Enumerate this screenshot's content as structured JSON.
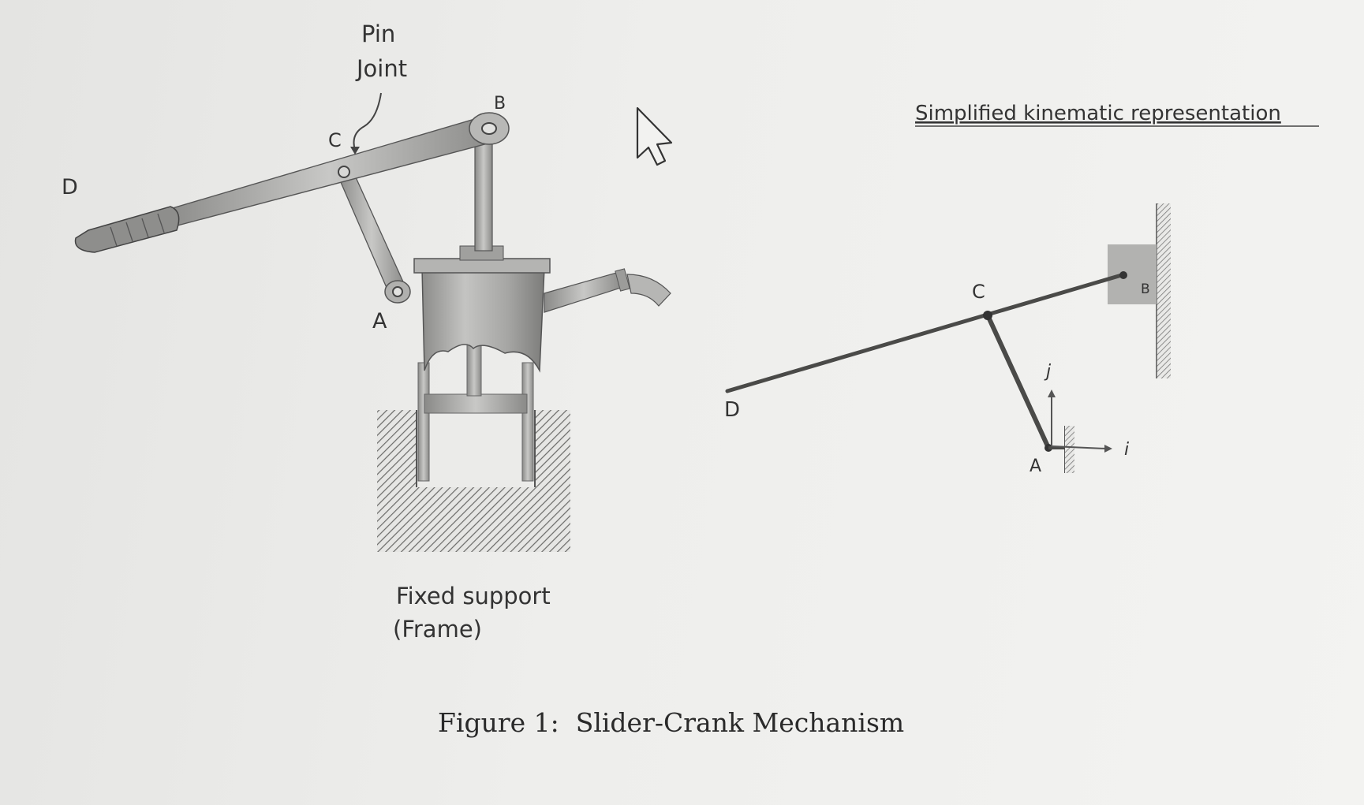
{
  "pump": {
    "pin_label_line1": "Pin",
    "pin_label_line2": "Joint",
    "label_b": "B",
    "label_c": "C",
    "label_d": "D",
    "label_a": "A",
    "support_line1": "Fixed support",
    "support_line2": "(Frame)"
  },
  "kinematic": {
    "title": "Simplified kinematic representation",
    "label_c": "C",
    "label_b": "B",
    "label_d": "D",
    "label_a": "A",
    "axis_j": "j",
    "axis_i": "i"
  },
  "caption": "Figure 1:  Slider-Crank Mechanism",
  "colors": {
    "ink": "#444444",
    "metal": "#a8a8a6",
    "metal_dark": "#7a7a78",
    "background": "#ececea"
  },
  "icons": {
    "cursor": "mouse-pointer-icon"
  }
}
